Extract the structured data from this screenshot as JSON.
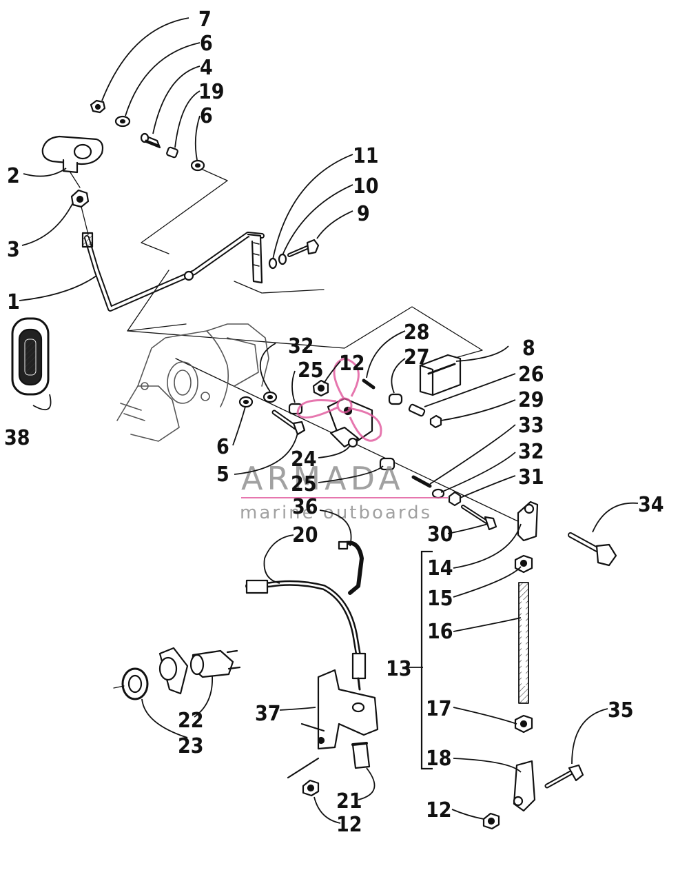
{
  "watermark": {
    "title": "ARMADA",
    "subtitle": "marine outboards",
    "logo_color": "#e0559a"
  },
  "callouts": {
    "c7": "7",
    "c6a": "6",
    "c4": "4",
    "c19": "19",
    "c6b": "6",
    "c2": "2",
    "c3": "3",
    "c1": "1",
    "c11": "11",
    "c10": "10",
    "c9": "9",
    "c38": "38",
    "c32a": "32",
    "c25a": "25",
    "c12a": "12",
    "c28": "28",
    "c27": "27",
    "c8": "8",
    "c26": "26",
    "c29": "29",
    "c33": "33",
    "c32b": "32",
    "c31": "31",
    "c6c": "6",
    "c5": "5",
    "c24": "24",
    "c25b": "25",
    "c36": "36",
    "c30": "30",
    "c34": "34",
    "c20": "20",
    "c14": "14",
    "c15": "15",
    "c16": "16",
    "c13": "13",
    "c17": "17",
    "c18": "18",
    "c12b": "12",
    "c35": "35",
    "c37": "37",
    "c22": "22",
    "c23": "23",
    "c21": "21",
    "c12c": "12"
  }
}
